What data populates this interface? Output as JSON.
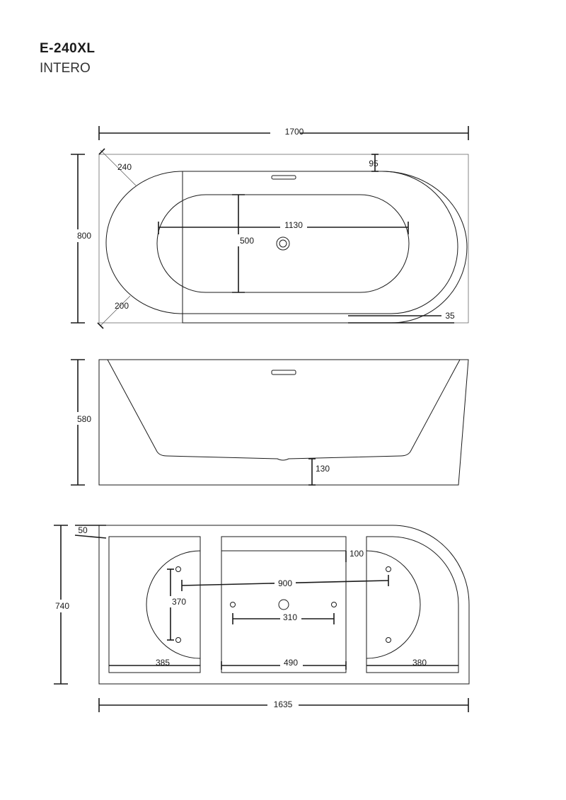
{
  "header": {
    "model": "E-240XL",
    "subtitle": "INTERO"
  },
  "top_view": {
    "overall_length": "1700",
    "overall_width": "800",
    "corner_radius_top": "240",
    "corner_radius_bottom": "200",
    "rim_offset_top": "95",
    "inner_length": "1130",
    "inner_width": "500",
    "rim_bottom": "35"
  },
  "side_view": {
    "height": "580",
    "base_height": "130"
  },
  "bottom_view": {
    "frame_width": "740",
    "edge_offset": "50",
    "center_offset": "100",
    "feet_spacing_long": "900",
    "feet_spacing_short": "370",
    "center_feet_spacing": "310",
    "left_section": "385",
    "center_section": "490",
    "right_section": "380",
    "overall_length": "1635"
  }
}
